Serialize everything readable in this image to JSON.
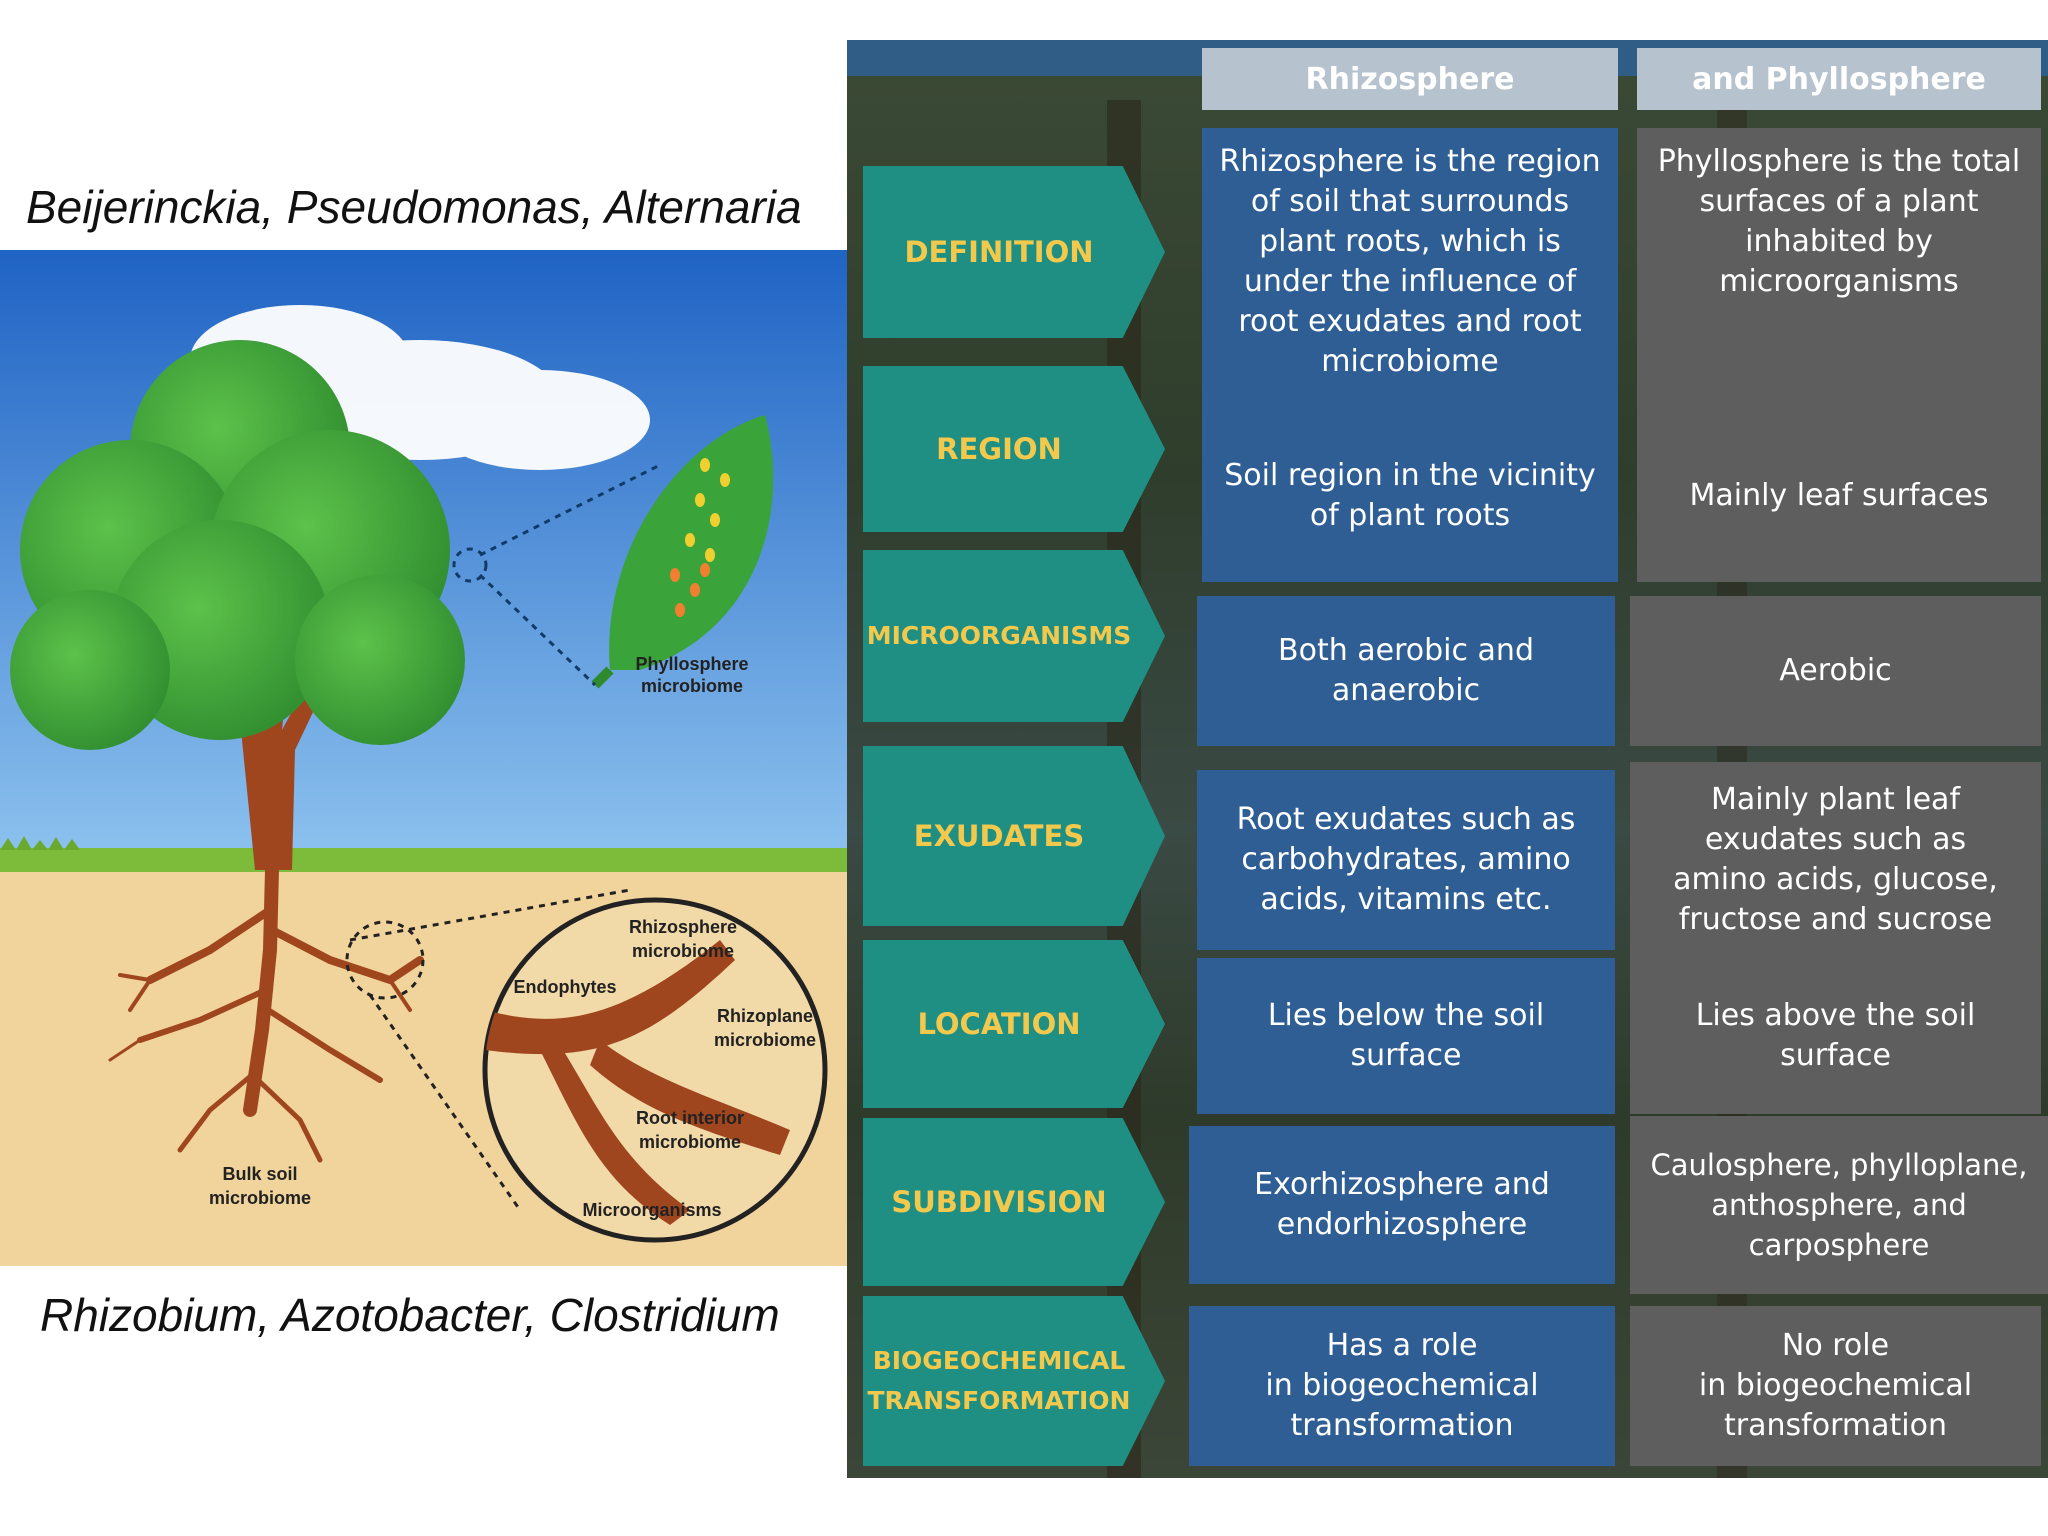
{
  "captions": {
    "top": "Beijerinckia, Pseudomonas, Alternaria",
    "bottom": "Rhizobium, Azotobacter, Clostridium"
  },
  "illustration": {
    "labels": {
      "phyllosphere_1": "Phyllosphere",
      "phyllosphere_2": "microbiome",
      "rhizosphere_1": "Rhizosphere",
      "rhizosphere_2": "microbiome",
      "endophytes": "Endophytes",
      "rhizoplane_1": "Rhizoplane",
      "rhizoplane_2": "microbiome",
      "root_interior_1": "Root interior",
      "root_interior_2": "microbiome",
      "microorganisms": "Microorganisms",
      "bulk_soil_1": "Bulk soil",
      "bulk_soil_2": "microbiome"
    },
    "colors": {
      "sky": "#4a8fd8",
      "soil": "#f1d39c",
      "grass": "#7dbb3a",
      "leaf": "#3aa33a",
      "root": "#a0461f"
    }
  },
  "table": {
    "headers": {
      "rhizosphere": "Rhizosphere",
      "phyllosphere": "and Phyllosphere"
    },
    "rows": [
      {
        "label": "DEFINITION",
        "rhizosphere": "Rhizosphere is the region\nof soil that surrounds\nplant roots, which is\nunder the influence of\nroot exudates and root\nmicrobiome",
        "phyllosphere": "Phyllosphere is the total\nsurfaces of a plant\ninhabited by\nmicroorganisms"
      },
      {
        "label": "REGION",
        "rhizosphere": "Soil region in the vicinity\nof plant roots",
        "phyllosphere": "Mainly leaf surfaces"
      },
      {
        "label": "MICROORGANISMS",
        "rhizosphere": "Both aerobic and\nanaerobic",
        "phyllosphere": "Aerobic"
      },
      {
        "label": "EXUDATES",
        "rhizosphere": "Root exudates such as\ncarbohydrates, amino\nacids, vitamins etc.",
        "phyllosphere": "Mainly plant leaf\nexudates such as\namino acids, glucose,\nfructose and sucrose"
      },
      {
        "label": "LOCATION",
        "rhizosphere": "Lies below the soil\nsurface",
        "phyllosphere": "Lies above the soil\nsurface"
      },
      {
        "label": "SUBDIVISION",
        "rhizosphere": "Exorhizosphere and\nendorhizosphere",
        "phyllosphere": "Caulosphere, phylloplane,\nanthosphere, and\ncarposphere"
      },
      {
        "label": "BIOGEOCHEMICAL\nTRANSFORMATION",
        "rhizosphere": "Has a role\nin biogeochemical\ntransformation",
        "phyllosphere": "No role\nin biogeochemical\ntransformation"
      }
    ],
    "colors": {
      "label_bg": "#1f8f84",
      "label_text": "#f2c94c",
      "rhizo_bg": "#2f5e94",
      "phyllo_bg": "#5e5e5e",
      "header_bg": "#b6c3cf"
    }
  }
}
